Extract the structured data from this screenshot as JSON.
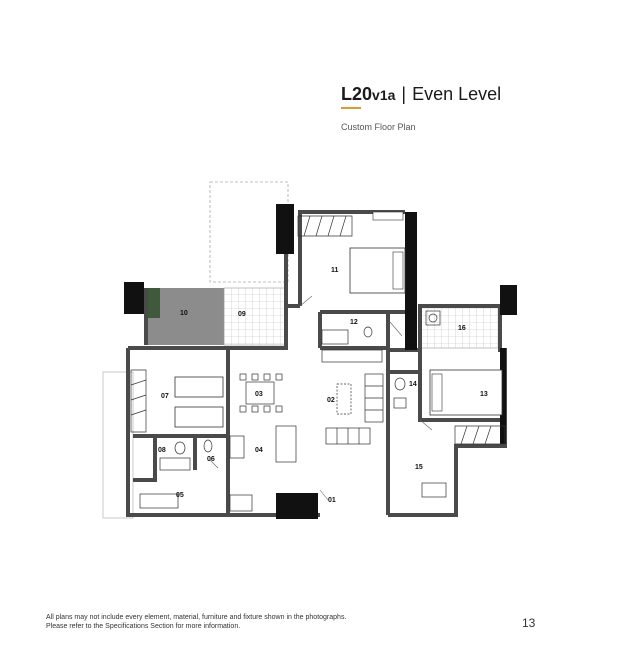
{
  "header": {
    "code_main": "L20",
    "code_sub": "v1a",
    "separator": "|",
    "level": "Even Level",
    "subtitle": "Custom Floor Plan"
  },
  "rooms": {
    "r01": "01",
    "r02": "02",
    "r03": "03",
    "r04": "04",
    "r05": "05",
    "r06": "06",
    "r07": "07",
    "r08": "08",
    "r09": "09",
    "r10": "10",
    "r11": "11",
    "r12": "12",
    "r13": "13",
    "r14": "14",
    "r15": "15",
    "r16": "16"
  },
  "footer": {
    "disclaimer_line1": "All plans may not include every element, material, furniture and fixture shown in the photographs.",
    "disclaimer_line2": "Please refer to the Specifications Section for more information.",
    "page_number": "13"
  },
  "colors": {
    "accent": "#e39a2d",
    "wall": "#4a4a4a",
    "column": "#111111",
    "planter": "#8c8c8c"
  }
}
